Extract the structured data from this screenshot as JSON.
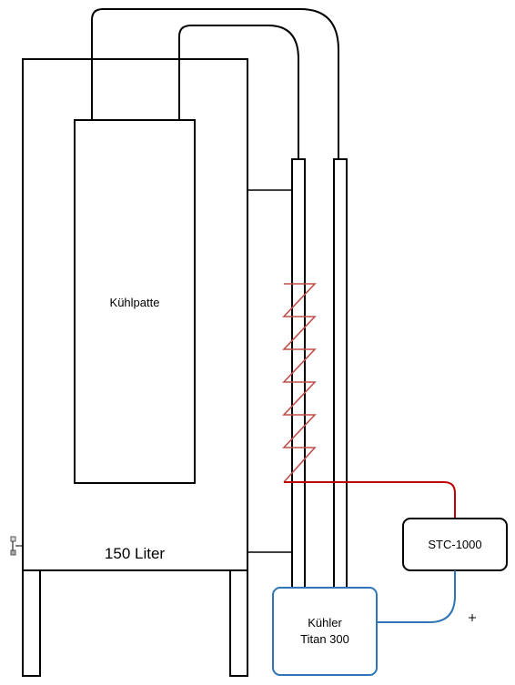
{
  "labels": {
    "plate": "Kühlpatte",
    "volume": "150 Liter",
    "controller": "STC-1000",
    "chiller_line1": "Kühler",
    "chiller_line2": "Titan 300"
  },
  "colors": {
    "outline": "#000000",
    "heating_coil": "#c0504d",
    "heating_wire": "#c00000",
    "chiller_outline": "#2e75b6",
    "chiller_wire": "#2e75b6"
  },
  "icons": {
    "cursor": "crosshair-icon",
    "tap": "tap-icon"
  }
}
